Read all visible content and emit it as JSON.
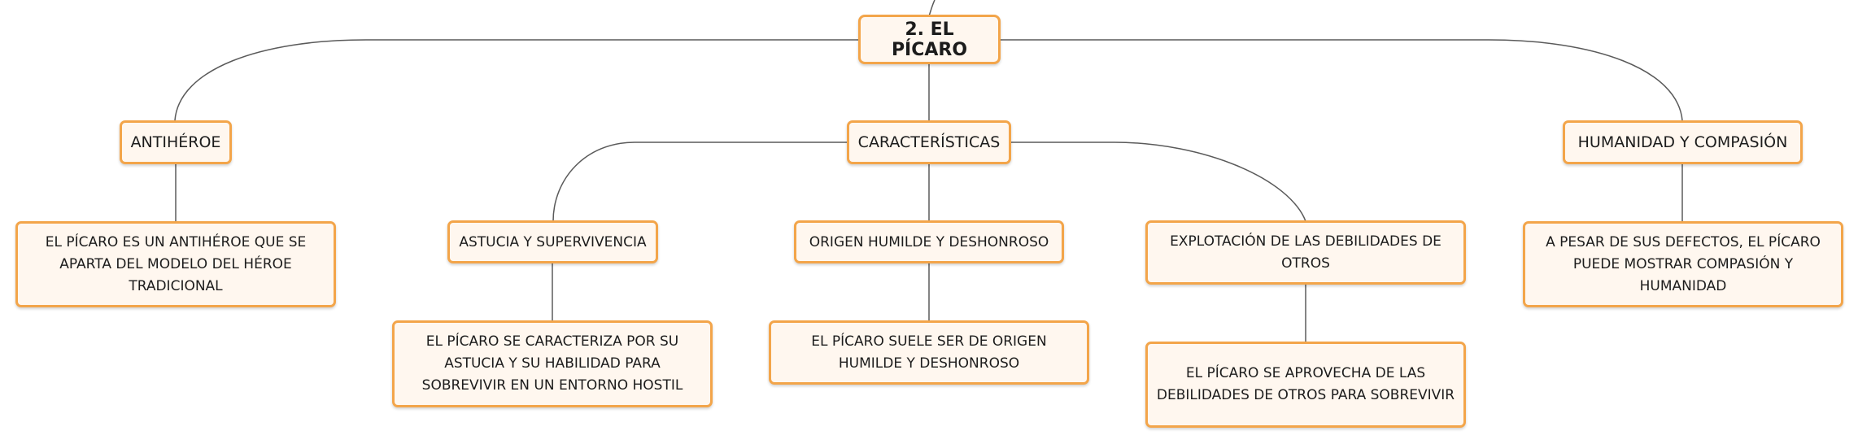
{
  "root": {
    "label": "2. EL PÍCARO"
  },
  "branches": [
    {
      "label": "ANTIHÉROE",
      "children": [
        {
          "label": "EL PÍCARO ES UN ANTIHÉROE QUE SE APARTA DEL MODELO DEL HÉROE TRADICIONAL"
        }
      ]
    },
    {
      "label": "CARACTERÍSTICAS",
      "children": [
        {
          "label": "ASTUCIA Y SUPERVIVENCIA",
          "children": [
            {
              "label": "EL PÍCARO SE CARACTERIZA POR SU ASTUCIA Y SU HABILIDAD PARA SOBREVIVIR EN UN ENTORNO HOSTIL"
            }
          ]
        },
        {
          "label": "ORIGEN HUMILDE Y DESHONROSO",
          "children": [
            {
              "label": "EL PÍCARO SUELE SER DE ORIGEN HUMILDE Y DESHONROSO"
            }
          ]
        },
        {
          "label": "EXPLOTACIÓN DE LAS DEBILIDADES DE OTROS",
          "children": [
            {
              "label": "EL PÍCARO SE APROVECHA DE LAS DEBILIDADES DE OTROS PARA SOBREVIVIR"
            }
          ]
        }
      ]
    },
    {
      "label": "HUMANIDAD Y COMPASIÓN",
      "children": [
        {
          "label": "A PESAR DE SUS DEFECTOS, EL PÍCARO PUEDE MOSTRAR COMPASIÓN Y HUMANIDAD"
        }
      ]
    }
  ]
}
